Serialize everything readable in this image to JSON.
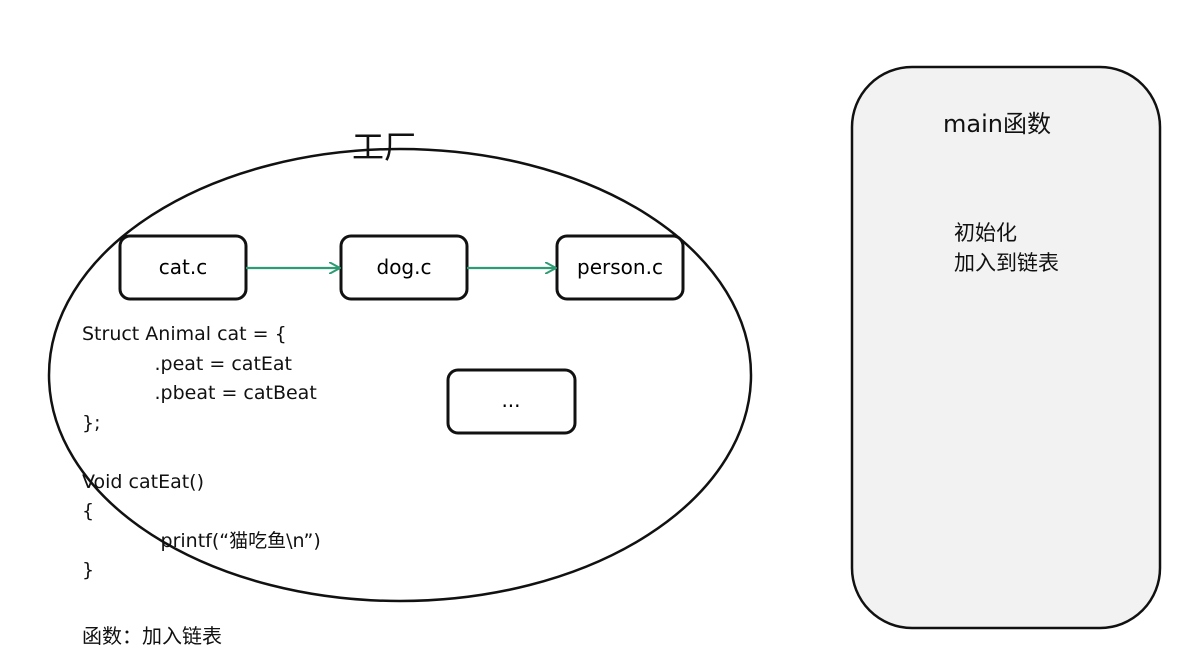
{
  "factory": {
    "title": "工厂",
    "modules": [
      "cat.c",
      "dog.c",
      "person.c"
    ],
    "more_label": "..."
  },
  "code": {
    "lines": [
      "Struct Animal cat = {",
      "            .peat = catEat",
      "            .pbeat = catBeat",
      "};",
      "",
      "Void catEat()",
      "{",
      "             printf(“猫吃鱼\\n”)",
      "}"
    ]
  },
  "footer_text": "函数：加入链表",
  "main_panel": {
    "title": "main函数",
    "line1": "初始化",
    "line2": "加入到链表"
  },
  "colors": {
    "arrow": "#2e9b74",
    "panel_fill": "#f2f2f2",
    "stroke": "#111111"
  }
}
